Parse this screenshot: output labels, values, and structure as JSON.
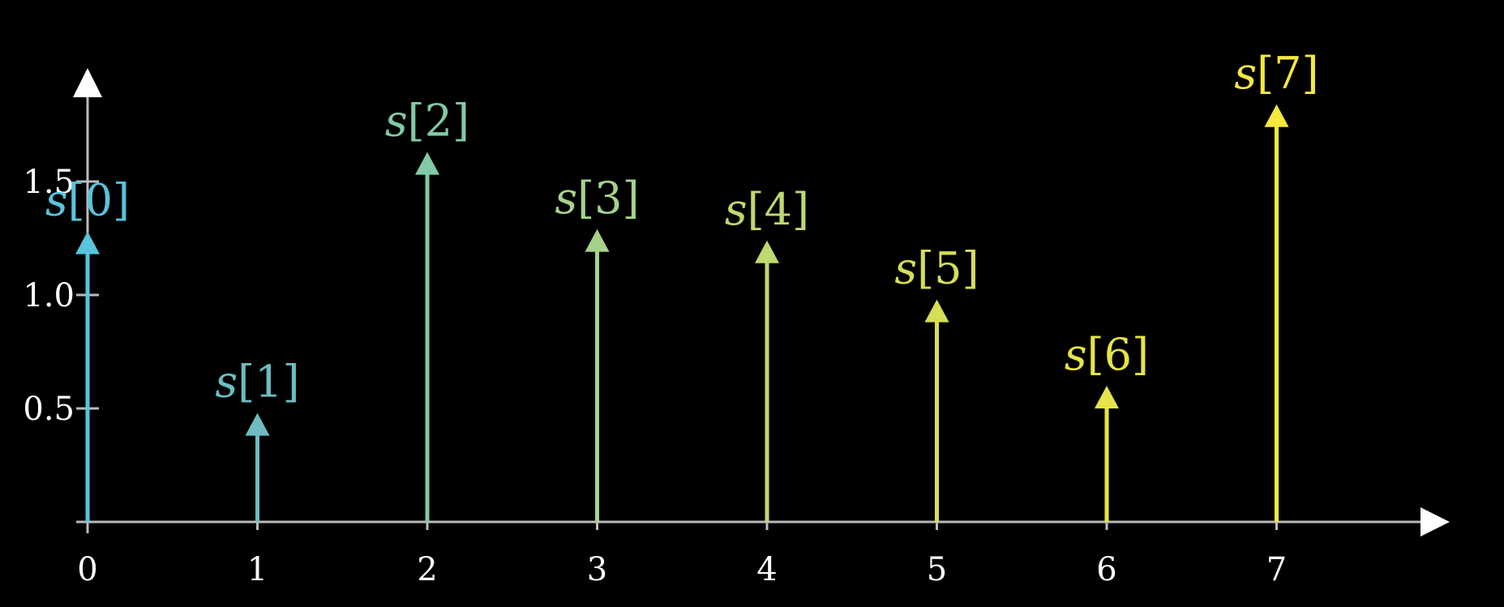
{
  "chart_data": {
    "type": "stem",
    "title": "",
    "xlabel": "",
    "ylabel": "",
    "grid": false,
    "legend": "none",
    "xlim": [
      0,
      8
    ],
    "ylim": [
      0,
      2
    ],
    "x_ticks": [
      "0",
      "1",
      "2",
      "3",
      "4",
      "5",
      "6",
      "7"
    ],
    "y_ticks": [
      {
        "value": 0.5,
        "label": "0.5"
      },
      {
        "value": 1.0,
        "label": "1.0"
      },
      {
        "value": 1.5,
        "label": "1.5"
      }
    ],
    "points": [
      {
        "x": 0,
        "y": 1.28,
        "label": "s[0]",
        "color": "#58C4DD"
      },
      {
        "x": 1,
        "y": 0.48,
        "label": "s[1]",
        "color": "#6CBCC2"
      },
      {
        "x": 2,
        "y": 1.63,
        "label": "s[2]",
        "color": "#83C9A6"
      },
      {
        "x": 3,
        "y": 1.29,
        "label": "s[3]",
        "color": "#A6D18B"
      },
      {
        "x": 4,
        "y": 1.24,
        "label": "s[4]",
        "color": "#BFD86F"
      },
      {
        "x": 5,
        "y": 0.98,
        "label": "s[5]",
        "color": "#D6DE58"
      },
      {
        "x": 6,
        "y": 0.6,
        "label": "s[6]",
        "color": "#E6E448"
      },
      {
        "x": 7,
        "y": 1.84,
        "label": "s[7]",
        "color": "#F6E83E"
      }
    ],
    "axis_color": "#BBBBBB",
    "axis_arrow_color": "#FFFFFF"
  }
}
